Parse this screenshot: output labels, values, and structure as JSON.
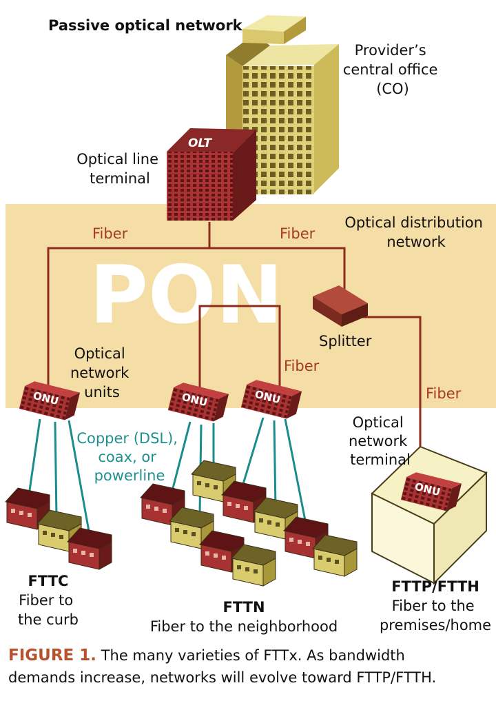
{
  "title": "Passive optical network",
  "labels": {
    "central_office": [
      "Provider’s",
      "central office",
      "(CO)"
    ],
    "olt": [
      "Optical line",
      "terminal"
    ],
    "olt_box": "OLT",
    "odn": [
      "Optical distribution",
      "network"
    ],
    "pon": "PON",
    "fiber": "Fiber",
    "splitter": "Splitter",
    "onus": [
      "Optical",
      "network",
      "units"
    ],
    "onu_box": "ONU",
    "copper": [
      "Copper (DSL),",
      "coax, or",
      "powerline"
    ],
    "ont": [
      "Optical",
      "network",
      "terminal"
    ]
  },
  "groups": {
    "fttc": {
      "abbr": "FTTC",
      "desc": [
        "Fiber to",
        "the curb"
      ]
    },
    "fttn": {
      "abbr": "FTTN",
      "desc": "Fiber to the neighborhood"
    },
    "fttp": {
      "abbr": "FTTP/FTTH",
      "desc": [
        "Fiber to the",
        "premises/home"
      ]
    }
  },
  "caption": {
    "head": "FIGURE 1.",
    "line1": " The many varieties of FTTx. As bandwidth",
    "line2": "demands increase, networks will evolve toward FTTP/FTTH."
  },
  "colors": {
    "odn_fill": "#f5dea5",
    "fiber_line": "#8e2b1c",
    "copper_line": "#1b8c8c",
    "brick": "#9b2c2c",
    "building": "#e2d47a"
  }
}
